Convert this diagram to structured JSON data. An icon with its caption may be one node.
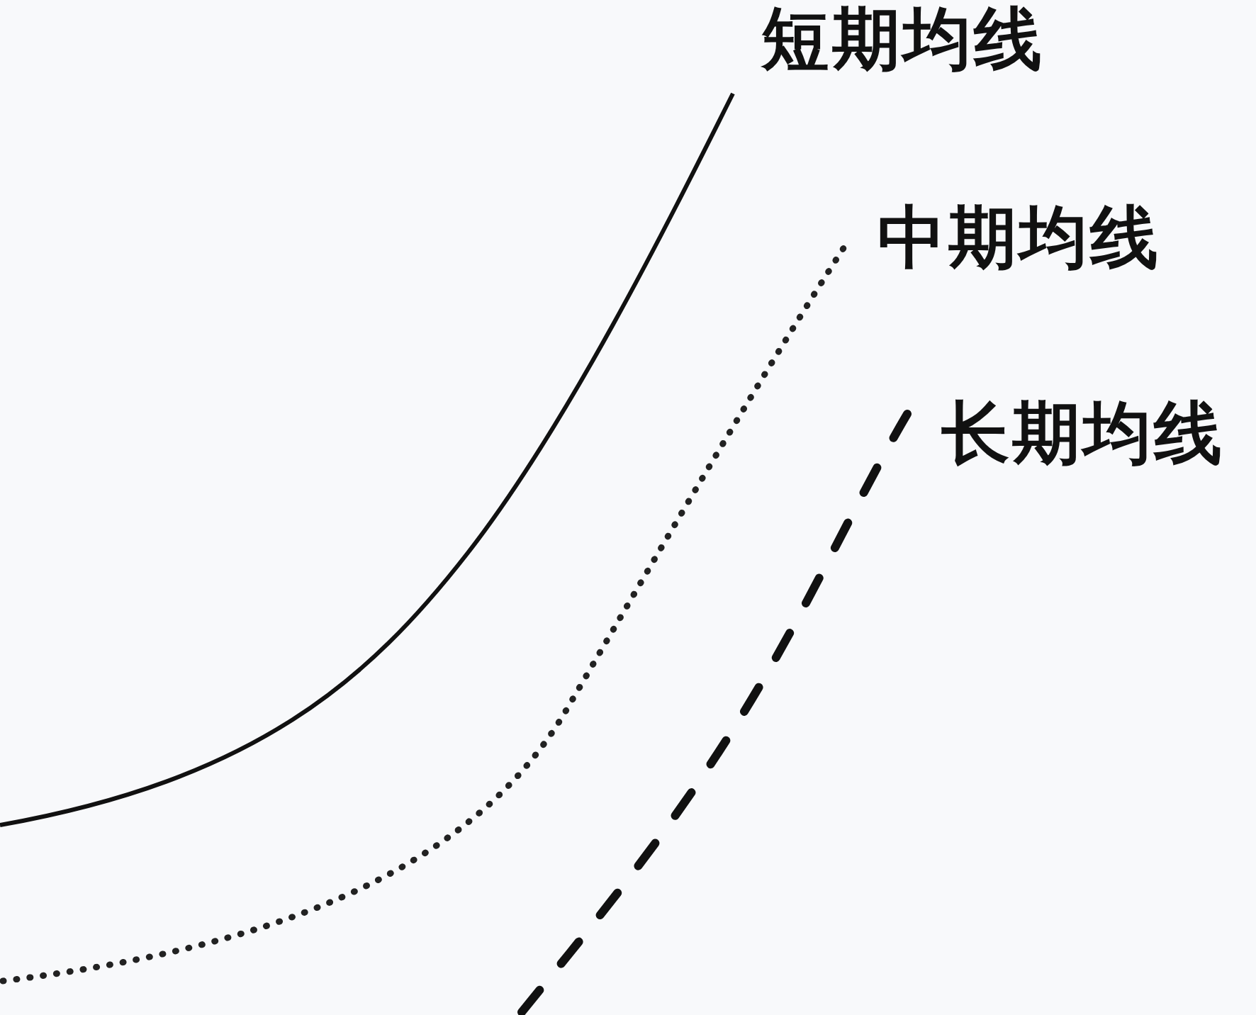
{
  "diagram": {
    "labels": [
      "短期均线",
      "中期均线",
      "长期均线"
    ]
  }
}
